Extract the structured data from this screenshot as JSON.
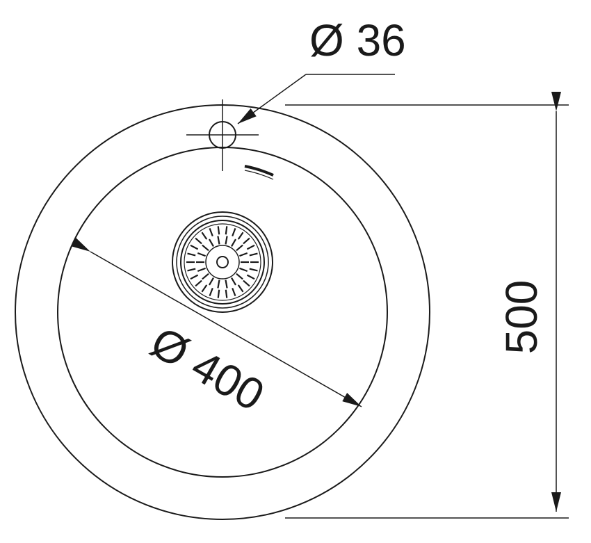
{
  "diagram": {
    "tap_hole_dimension": "Ø 36",
    "bowl_diameter_dimension": "Ø 400",
    "overall_diameter_dimension": "500",
    "line_color": "#1a1a1a",
    "background_color": "#ffffff"
  }
}
